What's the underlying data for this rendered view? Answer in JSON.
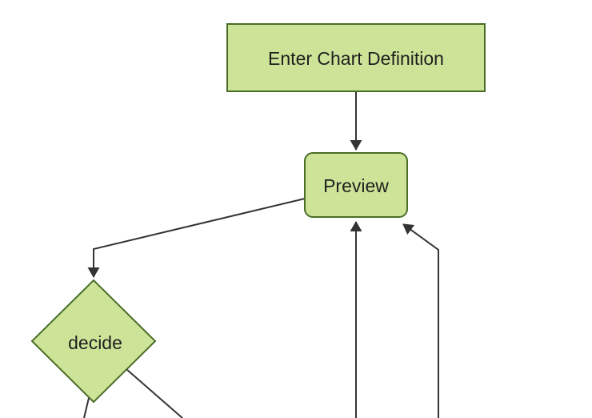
{
  "diagram": {
    "type": "flowchart",
    "direction": "top-down",
    "colors": {
      "background": "#ffffff",
      "node_fill": "#cde498",
      "node_border": "#4a6e28",
      "edge_line": "#333333",
      "arrowhead": "#333333",
      "label_text": "#1f1f1f"
    },
    "nodes": [
      {
        "id": "enter-chart-definition",
        "label": "Enter Chart Definition",
        "shape": "rectangle"
      },
      {
        "id": "preview",
        "label": "Preview",
        "shape": "rounded-rectangle"
      },
      {
        "id": "decide",
        "label": "decide",
        "shape": "diamond"
      }
    ],
    "edges": [
      {
        "from": "enter-chart-definition",
        "to": "preview",
        "arrowhead": true
      },
      {
        "from": "preview",
        "to": "decide",
        "arrowhead": true
      },
      {
        "from": "decide",
        "to": "offscreen-bottom-left",
        "arrowhead": false
      },
      {
        "from": "decide",
        "to": "offscreen-bottom-right",
        "arrowhead": false
      },
      {
        "from": "offscreen-bottom",
        "to": "preview",
        "arrowhead": true
      },
      {
        "from": "offscreen-bottom-right",
        "to": "preview",
        "arrowhead": true
      }
    ]
  }
}
